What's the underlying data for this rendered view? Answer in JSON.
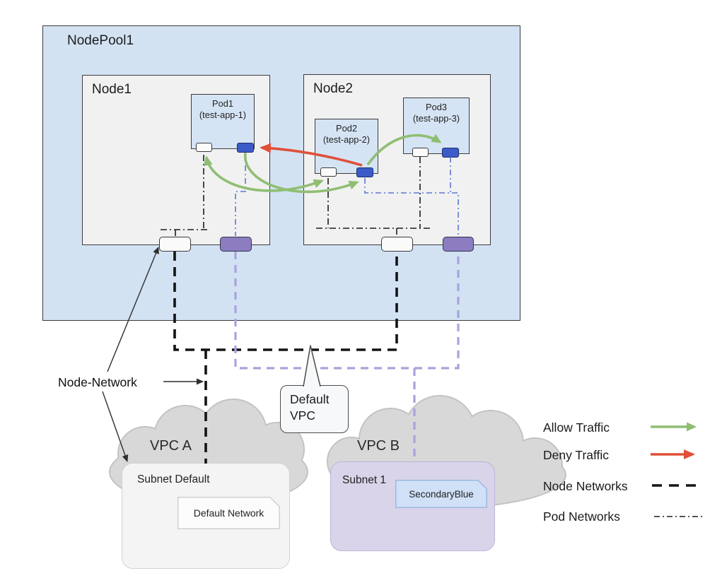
{
  "diagram": {
    "nodepool": {
      "label": "NodePool1"
    },
    "nodes": [
      {
        "label": "Node1"
      },
      {
        "label": "Node2"
      }
    ],
    "pods": [
      {
        "name": "Pod1",
        "app": "(test-app-1)"
      },
      {
        "name": "Pod2",
        "app": "(test-app-2)"
      },
      {
        "name": "Pod3",
        "app": "(test-app-3)"
      }
    ],
    "annotations": {
      "node_network": "Node-Network",
      "default_vpc_lines": [
        "Default",
        "VPC"
      ]
    },
    "vpcs": [
      {
        "label": "VPC A",
        "subnet_label": "Subnet Default",
        "network_label": "Default Network"
      },
      {
        "label": "VPC B",
        "subnet_label": "Subnet 1",
        "network_label": "SecondaryBlue"
      }
    ],
    "legend": {
      "items": [
        {
          "label": "Allow Traffic",
          "style": "green-arrow"
        },
        {
          "label": "Deny Traffic",
          "style": "red-arrow"
        },
        {
          "label": "Node Networks",
          "style": "black-dashed-line"
        },
        {
          "label": "Pod Networks",
          "style": "black-dashdot-line"
        }
      ]
    },
    "colors": {
      "allow_traffic_green": "#8fbe72",
      "deny_traffic_red": "#df5038",
      "node_network_black": "#141414",
      "pod_network_purple_dash": "#aaa2dc",
      "pod_blue_network_line": "#5d78d0",
      "interface_blue": "#3b5bc9",
      "interface_purple": "#8b7dc0",
      "nodepool_fill": "#d3e2f3",
      "node_fill": "#f1f1f2",
      "pod_fill": "#d5e4f4",
      "cloud_gray": "#d8d8d8",
      "subnet1_fill": "#d9d4ea",
      "secondary_blue_fill": "#cfe0f7"
    }
  }
}
